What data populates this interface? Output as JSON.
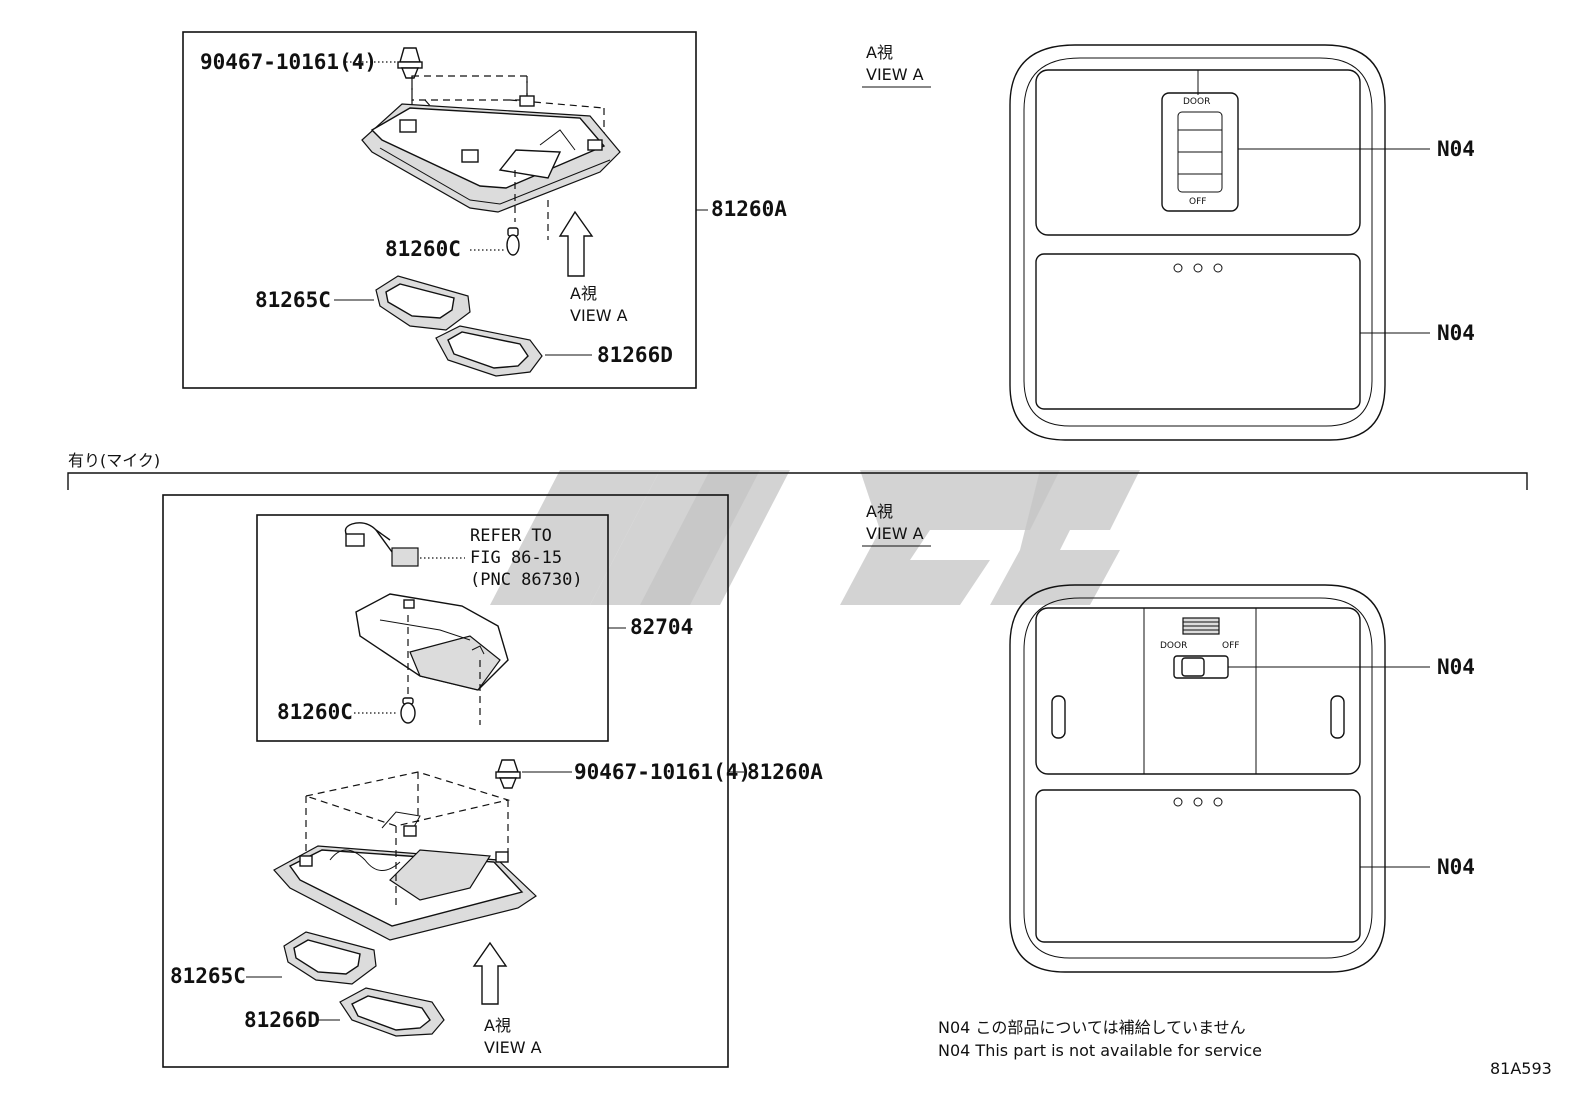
{
  "top_assembly": {
    "clip_label": "90467-10161(4)",
    "assembly_label": "81260A",
    "bulb_label": "81260C",
    "lens_label": "81265C",
    "cover_label": "81266D",
    "view_arrow_label_jp": "A視",
    "view_arrow_label_en": "VIEW A"
  },
  "top_view": {
    "title_jp": "A視",
    "title_en": "VIEW A",
    "switch_top": "DOOR",
    "switch_bottom": "OFF",
    "callout_upper": "N04",
    "callout_lower": "N04"
  },
  "section_header": "有り(マイク)",
  "bottom_assembly": {
    "refer_line1": "REFER TO",
    "refer_line2": "FIG 86-15",
    "refer_line3": "(PNC 86730)",
    "module_label": "82704",
    "bulb_label": "81260C",
    "clip_label": "90467-10161(4)",
    "assembly_label": "81260A",
    "lens_label": "81265C",
    "cover_label": "81266D",
    "view_arrow_label_jp": "A視",
    "view_arrow_label_en": "VIEW A"
  },
  "bottom_view": {
    "title_jp": "A視",
    "title_en": "VIEW A",
    "switch_left": "DOOR",
    "switch_right": "OFF",
    "callout_upper": "N04",
    "callout_lower": "N04"
  },
  "notes": {
    "note_jp": "N04 この部品については補給していません",
    "note_en": "N04 This part is not available for service"
  },
  "figure_code": "81A593"
}
